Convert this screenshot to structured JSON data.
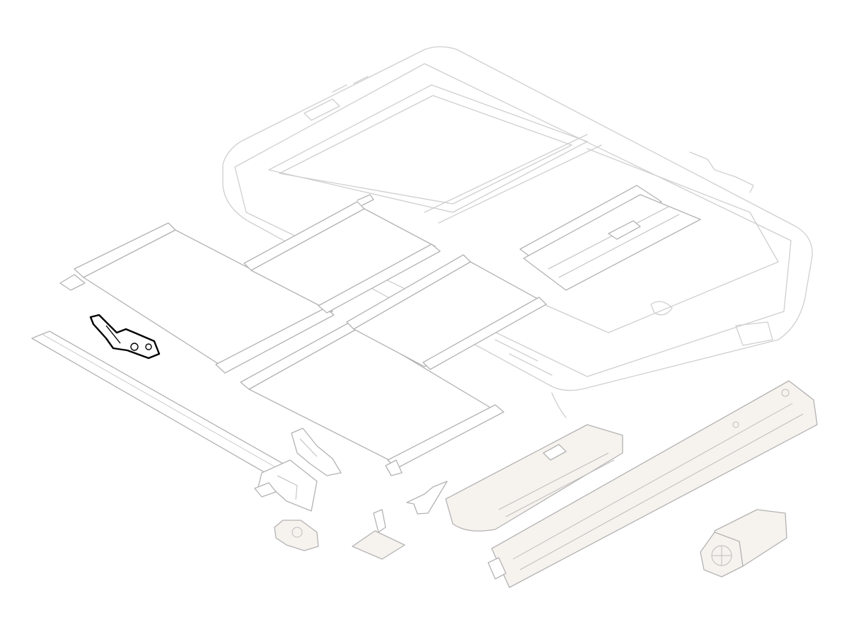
{
  "diagram": {
    "parts": [
      {
        "key": "roof-frame",
        "highlighted": false
      },
      {
        "key": "left-guide-rail",
        "highlighted": false
      },
      {
        "key": "sun-shade-rear",
        "highlighted": false
      },
      {
        "key": "sun-shade-middle",
        "highlighted": false
      },
      {
        "key": "sun-shade-front",
        "highlighted": false
      },
      {
        "key": "sun-shade-small",
        "highlighted": false
      },
      {
        "key": "mechanism-bracket",
        "highlighted": true
      },
      {
        "key": "front-deflector",
        "highlighted": false
      },
      {
        "key": "front-trim-panel",
        "highlighted": false
      },
      {
        "key": "drive-motor",
        "highlighted": false
      }
    ],
    "colors": {
      "highlight": "#000000",
      "part_line": "#b3b3b3",
      "faint_line": "#cfcfcf",
      "background": "#ffffff"
    }
  }
}
